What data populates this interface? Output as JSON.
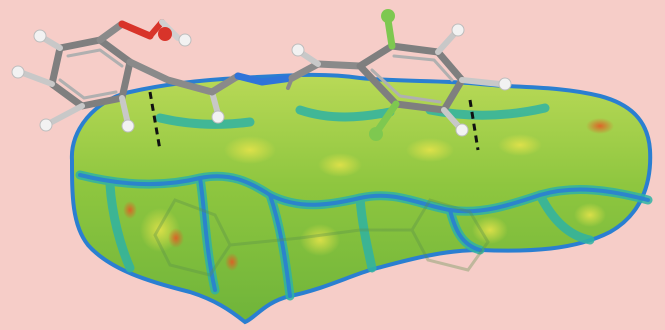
{
  "scene": {
    "colors": {
      "background": "#f6cdc8",
      "surface_green": "#8ec63f",
      "surface_teal": "#2fb3a3",
      "surface_blue": "#2a7fd1",
      "hotspot_red": "#e25a24",
      "carbon": "#8a8a8a",
      "hydrogen": "#f2f2f2",
      "oxygen": "#d8342a",
      "nitrogen": "#2f74d9",
      "fluorine": "#7ec850",
      "contact_line": "#111111"
    },
    "icons": [
      "molecule-ball-stick",
      "hirshfeld-surface",
      "dashed-contact-line"
    ]
  }
}
